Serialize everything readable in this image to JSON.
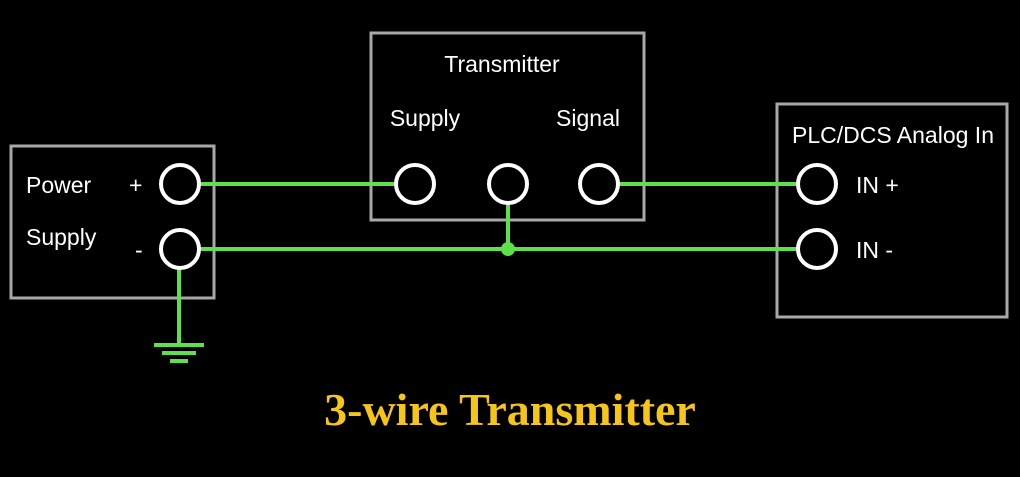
{
  "colors": {
    "background": "#000000",
    "box_stroke": "#a8a8a8",
    "wire": "#5ee04a",
    "terminal": "#ffffff",
    "text": "#ffffff",
    "title": "#f5c518"
  },
  "power_supply": {
    "label_line1": "Power",
    "label_line2": "Supply",
    "plus_label": "+",
    "minus_label": "-"
  },
  "transmitter": {
    "title": "Transmitter",
    "supply_label": "Supply",
    "signal_label": "Signal"
  },
  "plc": {
    "title": "PLC/DCS Analog In",
    "in_plus_label": "IN +",
    "in_minus_label": "IN -"
  },
  "icons": {
    "ground": "ground-icon",
    "terminal": "terminal-icon"
  },
  "caption": {
    "title": "3-wire Transmitter"
  }
}
